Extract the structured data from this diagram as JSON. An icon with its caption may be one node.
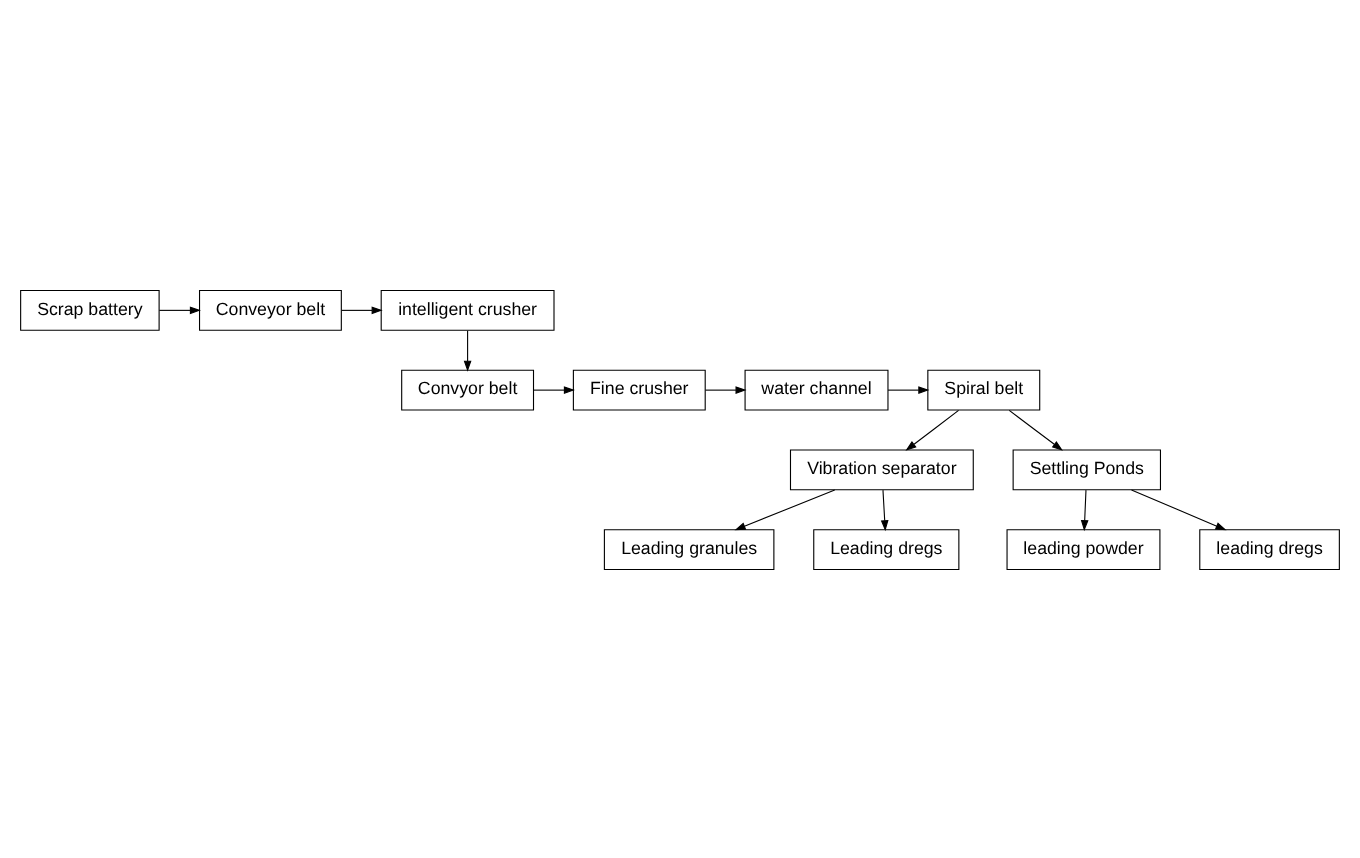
{
  "diagram": {
    "nodes": [
      {
        "text": [
          "Scrap battery"
        ]
      },
      {
        "text": [
          "Conveyor belt"
        ]
      },
      {
        "text": [
          "intelligent crusher"
        ]
      },
      {
        "text": [
          "Convyor belt"
        ]
      },
      {
        "text": [
          "Fine crusher"
        ]
      },
      {
        "text": [
          "water channel"
        ]
      },
      {
        "text": [
          "Spiral belt"
        ]
      },
      {
        "text": [
          "Vibration separator"
        ]
      },
      {
        "text": [
          "Leading granules"
        ]
      },
      {
        "text": [
          "Leading dregs"
        ]
      },
      {
        "text": [
          "Settling Ponds"
        ]
      },
      {
        "text": [
          "leading powder"
        ]
      },
      {
        "text": [
          "leading dregs"
        ]
      }
    ],
    "edges": [
      {
        "from": 0,
        "to": 1,
        "arrow": "to"
      },
      {
        "from": 1,
        "to": 2,
        "arrow": "to"
      },
      {
        "from": 2,
        "to": 3,
        "arrow": "to"
      },
      {
        "from": 3,
        "to": 4,
        "arrow": "to"
      },
      {
        "from": 4,
        "to": 5,
        "arrow": "to"
      },
      {
        "from": 5,
        "to": 6,
        "arrow": "to"
      },
      {
        "from": 6,
        "to": 7,
        "arrow": "to"
      },
      {
        "from": 6,
        "to": 10,
        "arrow": "to"
      },
      {
        "from": 7,
        "to": 8,
        "arrow": "to"
      },
      {
        "from": 7,
        "to": 9,
        "arrow": "to"
      },
      {
        "from": 10,
        "to": 11,
        "arrow": "to"
      },
      {
        "from": 10,
        "to": 12,
        "arrow": "to"
      }
    ]
  }
}
